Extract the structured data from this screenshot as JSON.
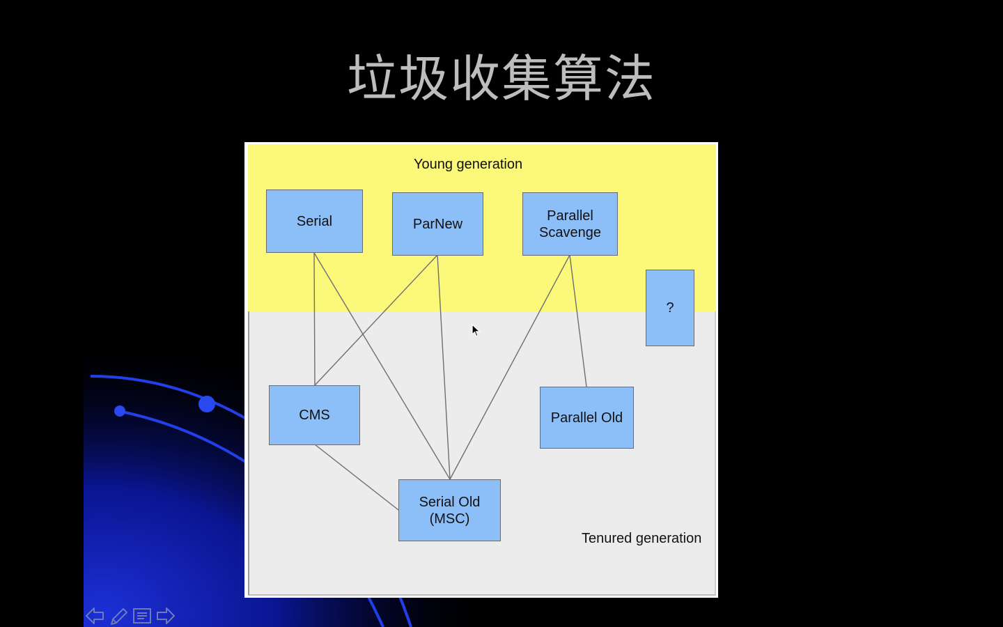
{
  "slide": {
    "title": "垃圾收集算法",
    "background_color": "#000000",
    "title_color": "#bdbdbd"
  },
  "diagram": {
    "young_label": "Young generation",
    "tenured_label": "Tenured generation",
    "young_color": "#fbf87a",
    "tenured_color": "#ececec",
    "box_color": "#8cbff7",
    "collectors": {
      "serial": "Serial",
      "parnew": "ParNew",
      "parallel_scavenge": "Parallel\nScavenge",
      "unknown": "?",
      "cms": "CMS",
      "parallel_old": "Parallel Old",
      "serial_old": "Serial Old\n(MSC)"
    },
    "connections": [
      [
        "Serial",
        "CMS"
      ],
      [
        "Serial",
        "Serial Old (MSC)"
      ],
      [
        "ParNew",
        "CMS"
      ],
      [
        "ParNew",
        "Serial Old (MSC)"
      ],
      [
        "Parallel Scavenge",
        "Serial Old (MSC)"
      ],
      [
        "Parallel Scavenge",
        "Parallel Old"
      ],
      [
        "CMS",
        "Serial Old (MSC)"
      ]
    ]
  },
  "navigation": {
    "icons": [
      "arrow-left-icon",
      "pen-icon",
      "menu-icon",
      "arrow-right-icon"
    ]
  }
}
